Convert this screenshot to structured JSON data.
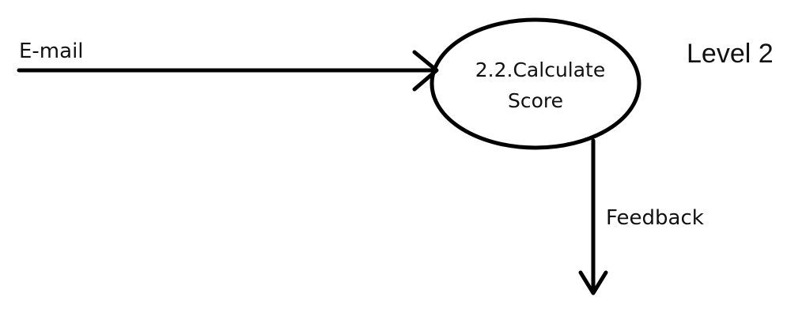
{
  "diagram": {
    "type": "data-flow-diagram",
    "level_label": "Level 2",
    "process": {
      "label_line1": "2.2.Calculate",
      "label_line2": "Score"
    },
    "flows": {
      "input": {
        "label": "E-mail",
        "target": "2.2.Calculate Score"
      },
      "output": {
        "label": "Feedback",
        "source": "2.2.Calculate Score"
      }
    }
  },
  "colors": {
    "stroke": "#000000",
    "background": "#ffffff"
  }
}
